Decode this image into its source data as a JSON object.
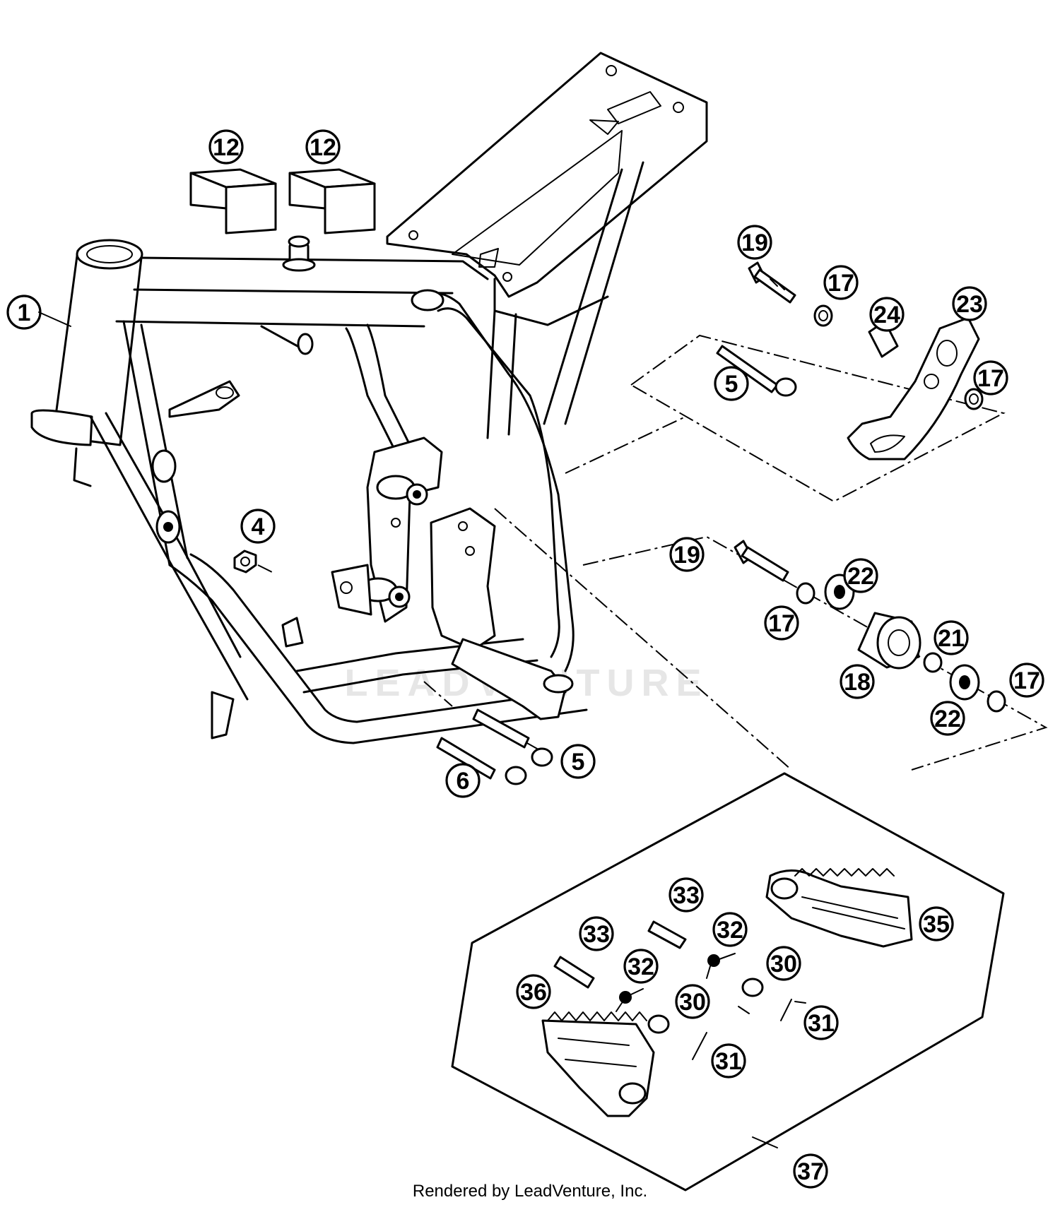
{
  "footer": "Rendered by LeadVenture, Inc.",
  "watermark": "LEADVENTURE",
  "callouts": [
    {
      "id": "c1",
      "label": "1"
    },
    {
      "id": "c12a",
      "label": "12"
    },
    {
      "id": "c12b",
      "label": "12"
    },
    {
      "id": "c19a",
      "label": "19"
    },
    {
      "id": "c17a",
      "label": "17"
    },
    {
      "id": "c24",
      "label": "24"
    },
    {
      "id": "c23",
      "label": "23"
    },
    {
      "id": "c5a",
      "label": "5"
    },
    {
      "id": "c17b",
      "label": "17"
    },
    {
      "id": "c4",
      "label": "4"
    },
    {
      "id": "c19b",
      "label": "19"
    },
    {
      "id": "c22a",
      "label": "22"
    },
    {
      "id": "c17c",
      "label": "17"
    },
    {
      "id": "c21",
      "label": "21"
    },
    {
      "id": "c18",
      "label": "18"
    },
    {
      "id": "c17d",
      "label": "17"
    },
    {
      "id": "c22b",
      "label": "22"
    },
    {
      "id": "c5b",
      "label": "5"
    },
    {
      "id": "c6",
      "label": "6"
    },
    {
      "id": "c33a",
      "label": "33"
    },
    {
      "id": "c35",
      "label": "35"
    },
    {
      "id": "c33b",
      "label": "33"
    },
    {
      "id": "c32a",
      "label": "32"
    },
    {
      "id": "c30a",
      "label": "30"
    },
    {
      "id": "c32b",
      "label": "32"
    },
    {
      "id": "c36",
      "label": "36"
    },
    {
      "id": "c30b",
      "label": "30"
    },
    {
      "id": "c31a",
      "label": "31"
    },
    {
      "id": "c31b",
      "label": "31"
    },
    {
      "id": "c37",
      "label": "37"
    }
  ]
}
